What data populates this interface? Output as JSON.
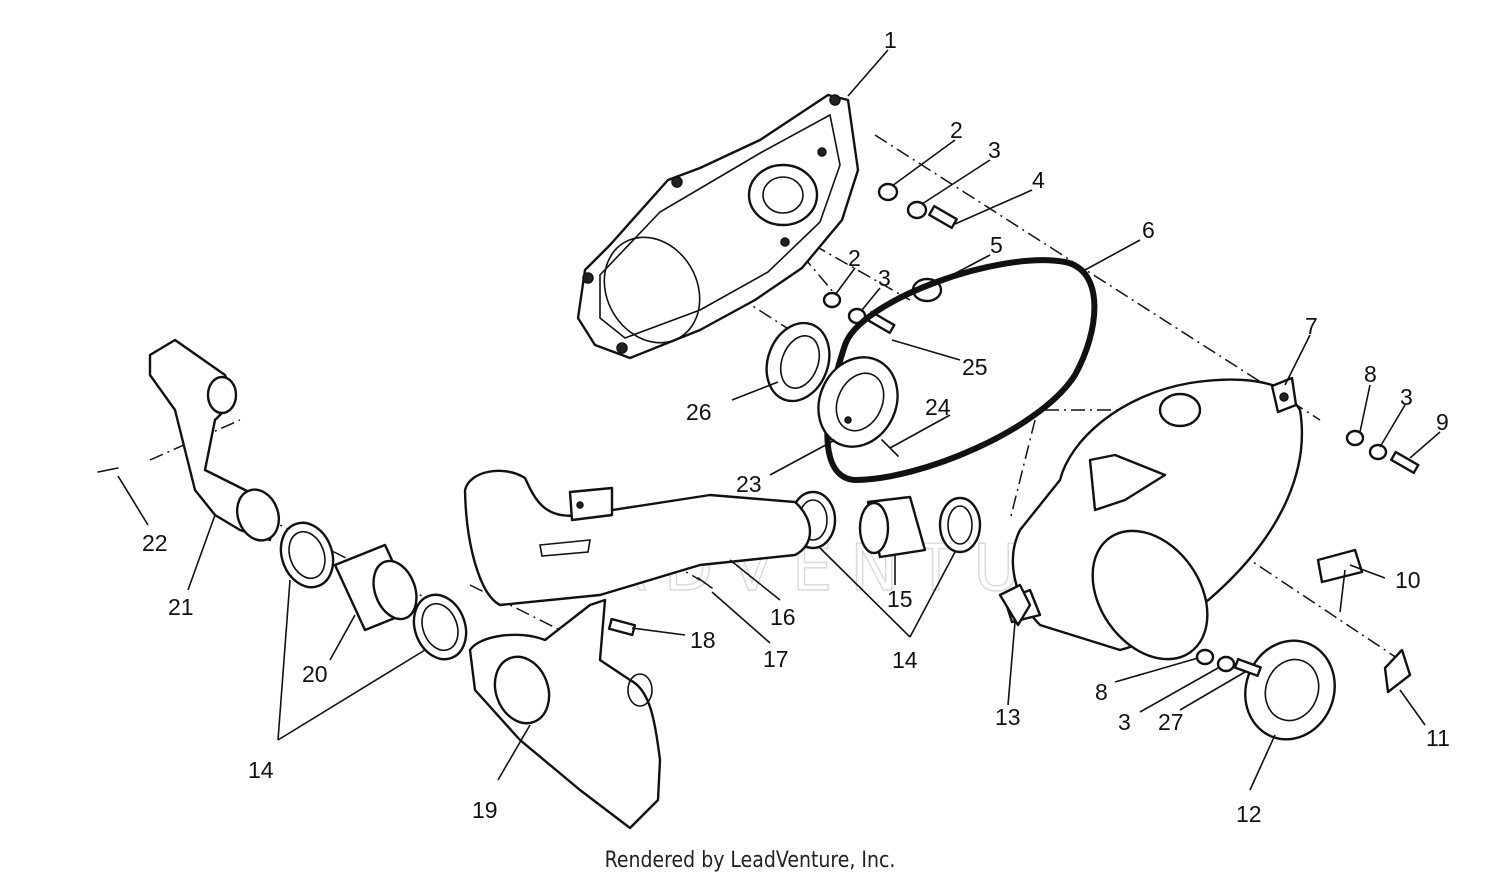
{
  "watermark": "LEADVENTURE",
  "footer": "Rendered by LeadVenture, Inc.",
  "callouts": [
    {
      "id": "c1",
      "text": "1"
    },
    {
      "id": "c2a",
      "text": "2"
    },
    {
      "id": "c3a",
      "text": "3"
    },
    {
      "id": "c4",
      "text": "4"
    },
    {
      "id": "c5",
      "text": "5"
    },
    {
      "id": "c6",
      "text": "6"
    },
    {
      "id": "c2b",
      "text": "2"
    },
    {
      "id": "c3b",
      "text": "3"
    },
    {
      "id": "c25",
      "text": "25"
    },
    {
      "id": "c7",
      "text": "7"
    },
    {
      "id": "c8a",
      "text": "8"
    },
    {
      "id": "c3c",
      "text": "3"
    },
    {
      "id": "c9",
      "text": "9"
    },
    {
      "id": "c26",
      "text": "26"
    },
    {
      "id": "c24",
      "text": "24"
    },
    {
      "id": "c23",
      "text": "23"
    },
    {
      "id": "c22",
      "text": "22"
    },
    {
      "id": "c21",
      "text": "21"
    },
    {
      "id": "c16",
      "text": "16"
    },
    {
      "id": "c17",
      "text": "17"
    },
    {
      "id": "c15",
      "text": "15"
    },
    {
      "id": "c14a",
      "text": "14"
    },
    {
      "id": "c10",
      "text": "10"
    },
    {
      "id": "c20",
      "text": "20"
    },
    {
      "id": "c18",
      "text": "18"
    },
    {
      "id": "c14b",
      "text": "14"
    },
    {
      "id": "c19",
      "text": "19"
    },
    {
      "id": "c13",
      "text": "13"
    },
    {
      "id": "c8b",
      "text": "8"
    },
    {
      "id": "c3d",
      "text": "3"
    },
    {
      "id": "c27",
      "text": "27"
    },
    {
      "id": "c11",
      "text": "11"
    },
    {
      "id": "c12",
      "text": "12"
    }
  ]
}
